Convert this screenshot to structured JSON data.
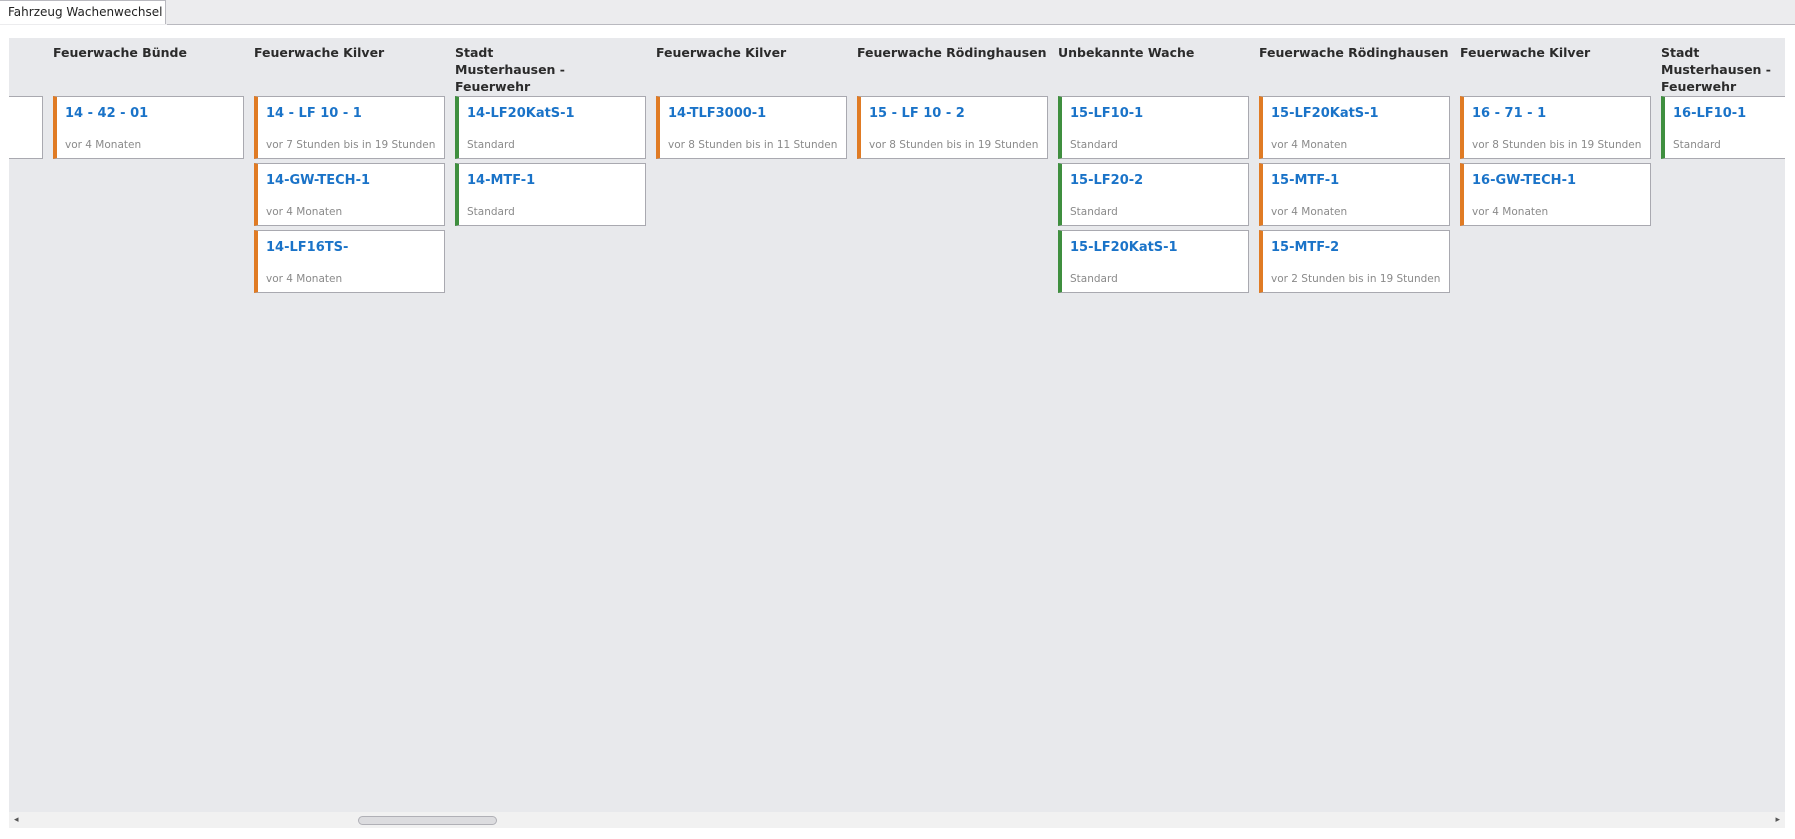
{
  "tab": {
    "label": "Fahrzeug Wachenwechsel"
  },
  "columns": [
    {
      "header": "",
      "cards": [
        {
          "title": "",
          "subtitle": "",
          "status": "orange"
        }
      ]
    },
    {
      "header": "Feuerwache Bünde",
      "cards": [
        {
          "title": "14 - 42 - 01",
          "subtitle": "vor 4 Monaten",
          "status": "orange"
        }
      ]
    },
    {
      "header": "Feuerwache Kilver",
      "cards": [
        {
          "title": "14 - LF 10 - 1",
          "subtitle": "vor 7 Stunden bis in 19 Stunden",
          "status": "orange"
        },
        {
          "title": "14-GW-TECH-1",
          "subtitle": "vor 4 Monaten",
          "status": "orange"
        },
        {
          "title": "14-LF16TS-",
          "subtitle": "vor 4 Monaten",
          "status": "orange"
        }
      ]
    },
    {
      "header": "Stadt Musterhausen - Feuerwehr",
      "cards": [
        {
          "title": "14-LF20KatS-1",
          "subtitle": "Standard",
          "status": "green"
        },
        {
          "title": "14-MTF-1",
          "subtitle": "Standard",
          "status": "green"
        }
      ]
    },
    {
      "header": "Feuerwache Kilver",
      "cards": [
        {
          "title": "14-TLF3000-1",
          "subtitle": "vor 8 Stunden bis in 11 Stunden",
          "status": "orange"
        }
      ]
    },
    {
      "header": "Feuerwache Rödinghausen",
      "cards": [
        {
          "title": "15 - LF 10 - 2",
          "subtitle": "vor 8 Stunden bis in 19 Stunden",
          "status": "orange"
        }
      ]
    },
    {
      "header": "Unbekannte Wache",
      "cards": [
        {
          "title": "15-LF10-1",
          "subtitle": "Standard",
          "status": "green"
        },
        {
          "title": "15-LF20-2",
          "subtitle": "Standard",
          "status": "green"
        },
        {
          "title": "15-LF20KatS-1",
          "subtitle": "Standard",
          "status": "green"
        }
      ]
    },
    {
      "header": "Feuerwache Rödinghausen",
      "cards": [
        {
          "title": "15-LF20KatS-1",
          "subtitle": "vor 4 Monaten",
          "status": "orange"
        },
        {
          "title": "15-MTF-1",
          "subtitle": "vor 4 Monaten",
          "status": "orange"
        },
        {
          "title": "15-MTF-2",
          "subtitle": "vor 2 Stunden bis in 19 Stunden",
          "status": "orange"
        }
      ]
    },
    {
      "header": "Feuerwache Kilver",
      "cards": [
        {
          "title": "16 - 71 - 1",
          "subtitle": "vor 8 Stunden bis in 19 Stunden",
          "status": "orange"
        },
        {
          "title": "16-GW-TECH-1",
          "subtitle": "vor 4 Monaten",
          "status": "orange"
        }
      ]
    },
    {
      "header": "Stadt Musterhausen - Feuerwehr",
      "cards": [
        {
          "title": "16-LF10-1",
          "subtitle": "Standard",
          "status": "green"
        }
      ]
    }
  ],
  "scrollbar": {
    "left_icon": "chevron-left-icon",
    "right_icon": "chevron-right-icon",
    "left_glyph": "◂",
    "right_glyph": "▸"
  },
  "colors": {
    "orange_status": "#e07b24",
    "green_status": "#3f8f3f",
    "link": "#1a73c8",
    "board_bg": "#e8e9ec"
  }
}
